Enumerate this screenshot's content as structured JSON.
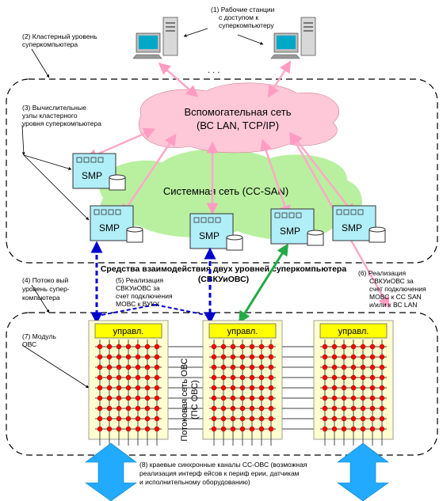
{
  "labels": {
    "workstations": [
      "(1) Рабочие станции",
      "с доступом к",
      "суперкомпьютеру"
    ],
    "cluster_level": [
      "(2) Кластерный уровень",
      "суперкомпьютера"
    ],
    "compute_nodes": [
      "(3) Вычислительные",
      "узлы кластерного",
      "уровня суперкомпьютера"
    ],
    "stream_level": [
      "(4) Потоко вый",
      "уровень супер-",
      "компьютера"
    ],
    "svku_vku": [
      "(5) Реализация",
      "СВКУиОВС  за",
      "счет подключения",
      "МОВС к ВУКУ"
    ],
    "svku_san": [
      "(6) Реализация",
      "СВКУиОВС  за",
      "счет подключения",
      "МОВС к СС SAN",
      "и/или к ВС LAN"
    ],
    "ovs_module": [
      "(7) Модуль",
      "ОВС"
    ],
    "edge_channels": [
      "(8) краевые синхронные каналы СС-ОВС (возможная",
      "реализация интерф ейсов к периф ерии, датчикам",
      "и исполнительному оборудованию)"
    ],
    "interaction_title": [
      "Средства взаимодействия двух уровней суперкомпьютера",
      "(СВКУиОВС)"
    ],
    "dots": ". . ."
  },
  "aux_net": [
    "Вспомогательная сеть",
    "(ВС LAN, TCP/IP)"
  ],
  "sys_net": "Системная сеть (СС-SAN)",
  "smp_label": "SMP",
  "control_label": "управл.",
  "stream_net": [
    "Потоковая сеть ОВС",
    "(ПС ОВС)"
  ],
  "colors": {
    "aux_cloud": "#ffc8d8",
    "sys_cloud": "#b8f0a0",
    "smp_box": "#b0eef8",
    "module_bg": "#ffffd0",
    "control": "#ffff00",
    "node": "#ff0000",
    "pink_arrow": "#ffa8c8",
    "blue_arrow": "#0000cc",
    "green_arrow": "#22aa44",
    "big_arrow": "#22aaff"
  }
}
